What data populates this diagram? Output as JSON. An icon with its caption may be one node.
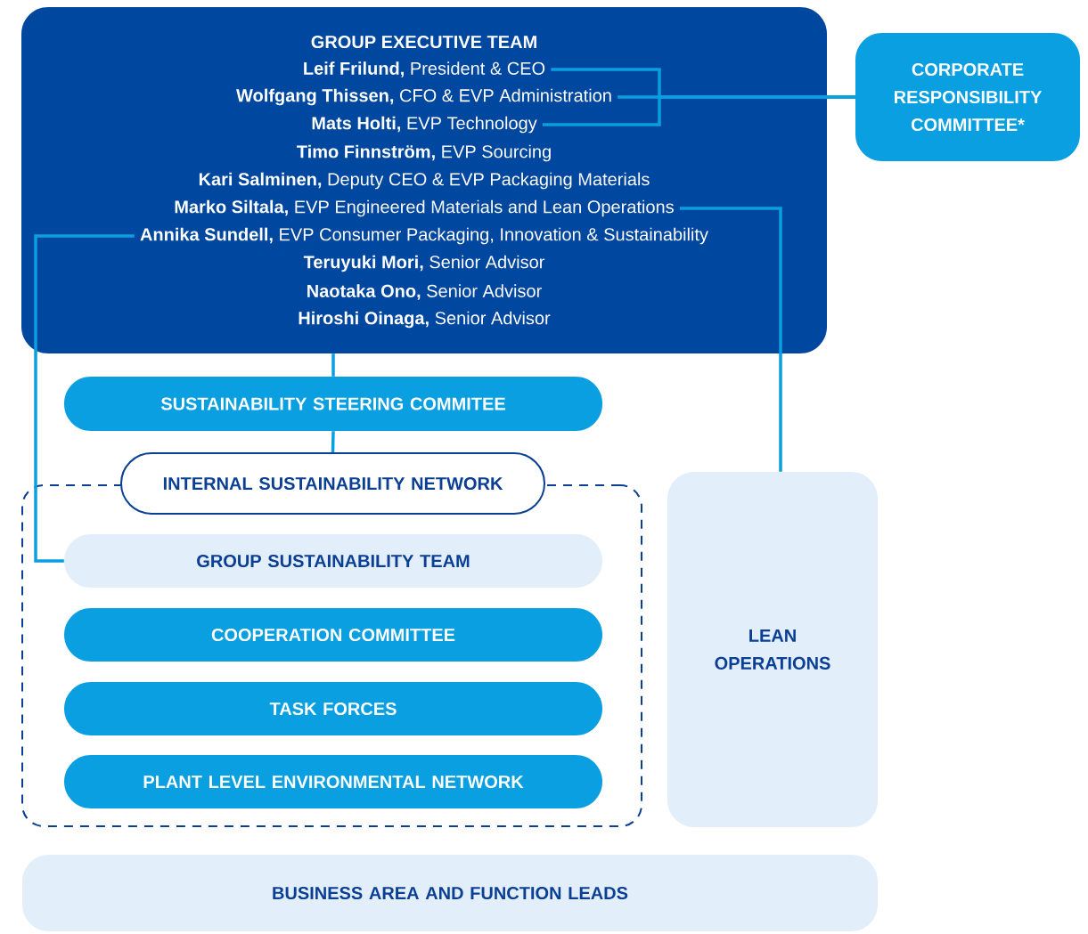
{
  "diagram": {
    "nodes": [
      {
        "text": [
          "GROUP EXECUTIVE TEAM"
        ]
      },
      {
        "text": [
          "**Leif Frilund,** President & CEO"
        ],
        "in": 0
      },
      {
        "text": [
          "**Wolfgang Thissen,** CFO & EVP Administration"
        ],
        "in": 0
      },
      {
        "text": [
          "**Mats Holti,** EVP Technology"
        ],
        "in": 0
      },
      {
        "text": [
          "**Timo Finnström,** EVP Sourcing"
        ],
        "in": 0
      },
      {
        "text": [
          "**Kari Salminen,** Deputy CEO & EVP Packaging Materials"
        ],
        "in": 0
      },
      {
        "text": [
          "**Marko Siltala,** EVP Engineered Materials and Lean Operations"
        ],
        "in": 0
      },
      {
        "text": [
          "**Annika Sundell,** EVP Consumer Packaging, Innovation & Sustainability"
        ],
        "in": 0
      },
      {
        "text": [
          "**Teruyuki Mori,** Senior Advisor"
        ],
        "in": 0
      },
      {
        "text": [
          "**Naotaka Ono,** Senior Advisor"
        ],
        "in": 0
      },
      {
        "text": [
          "**Hiroshi Oinaga,** Senior Advisor"
        ],
        "in": 0
      },
      {
        "text": [
          "CORPORATE RESPONSIBILITY COMMITTEE*"
        ]
      },
      {
        "text": [
          "SUSTAINABILITY STEERING COMMITEE"
        ]
      },
      {
        "text": [
          "INTERNAL SUSTAINABILITY NETWORK"
        ]
      },
      {
        "text": [],
        "shape": "box"
      },
      {
        "text": [
          "GROUP SUSTAINABILITY TEAM"
        ],
        "in": 14
      },
      {
        "text": [
          "COOPERATION COMMITTEE"
        ],
        "in": 14
      },
      {
        "text": [
          "TASK FORCES"
        ],
        "in": 14
      },
      {
        "text": [
          "PLANT LEVEL ENVIRONMENTAL NETWORK"
        ],
        "in": 14
      },
      {
        "text": [
          "LEAN OPERATIONS"
        ]
      },
      {
        "text": [
          "BUSINESS AREA AND FUNCTION LEADS"
        ]
      }
    ],
    "edges": [
      {
        "from": 1,
        "to": 11,
        "arrow": "none"
      },
      {
        "from": 2,
        "to": 11,
        "arrow": "none"
      },
      {
        "from": 3,
        "to": 11,
        "arrow": "none"
      },
      {
        "from": 6,
        "to": 19,
        "arrow": "none"
      },
      {
        "from": 7,
        "to": 15,
        "arrow": "none"
      },
      {
        "from": 0,
        "to": 12,
        "arrow": "none"
      },
      {
        "from": 12,
        "to": 13,
        "arrow": "none"
      }
    ]
  }
}
